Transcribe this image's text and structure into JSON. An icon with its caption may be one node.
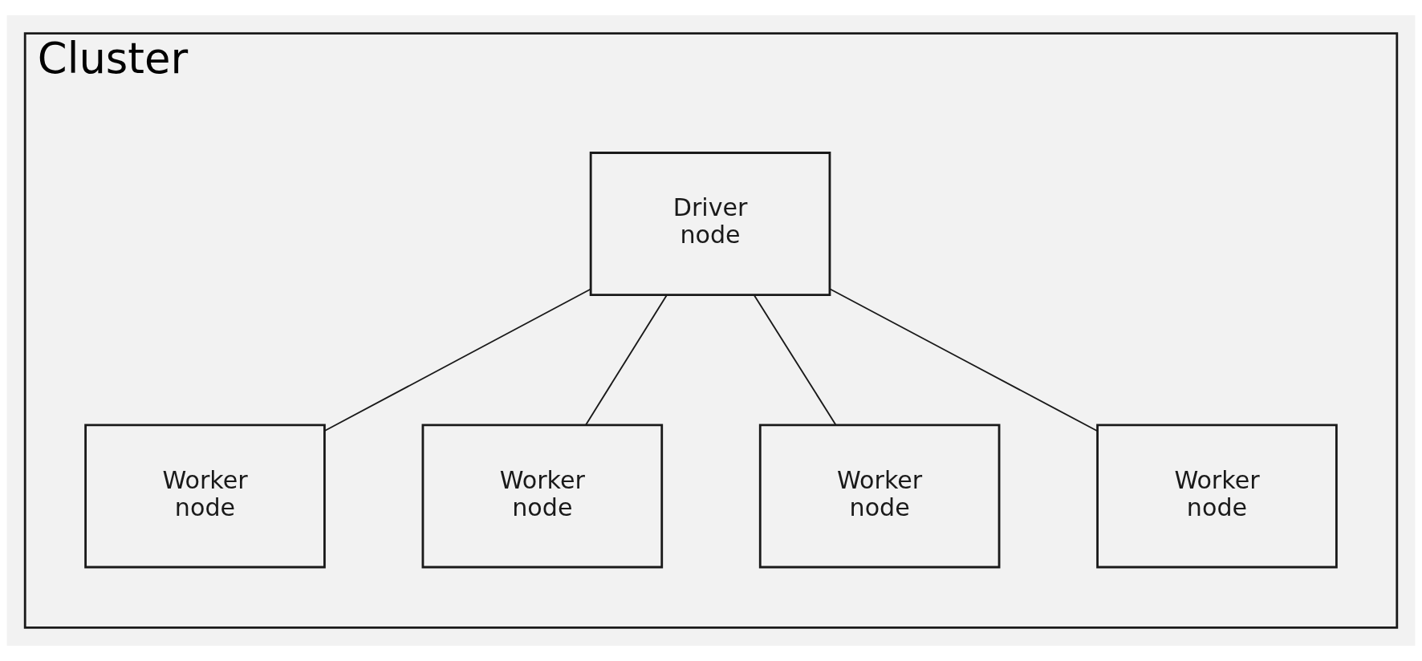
{
  "diagram": {
    "nodes": [
      {
        "text": [
          "Cluster"
        ]
      },
      {
        "text": [
          "Driver node"
        ],
        "in": 0
      },
      {
        "text": [
          "Worker node"
        ],
        "in": 0
      },
      {
        "text": [
          "Worker node"
        ],
        "in": 0
      },
      {
        "text": [
          "Worker node"
        ],
        "in": 0
      },
      {
        "text": [
          "Worker node"
        ],
        "in": 0
      }
    ],
    "edges": [
      {
        "from": 1,
        "to": 2,
        "arrow": "none"
      },
      {
        "from": 1,
        "to": 3,
        "arrow": "none"
      },
      {
        "from": 1,
        "to": 4,
        "arrow": "none"
      },
      {
        "from": 1,
        "to": 5,
        "arrow": "none"
      }
    ]
  }
}
